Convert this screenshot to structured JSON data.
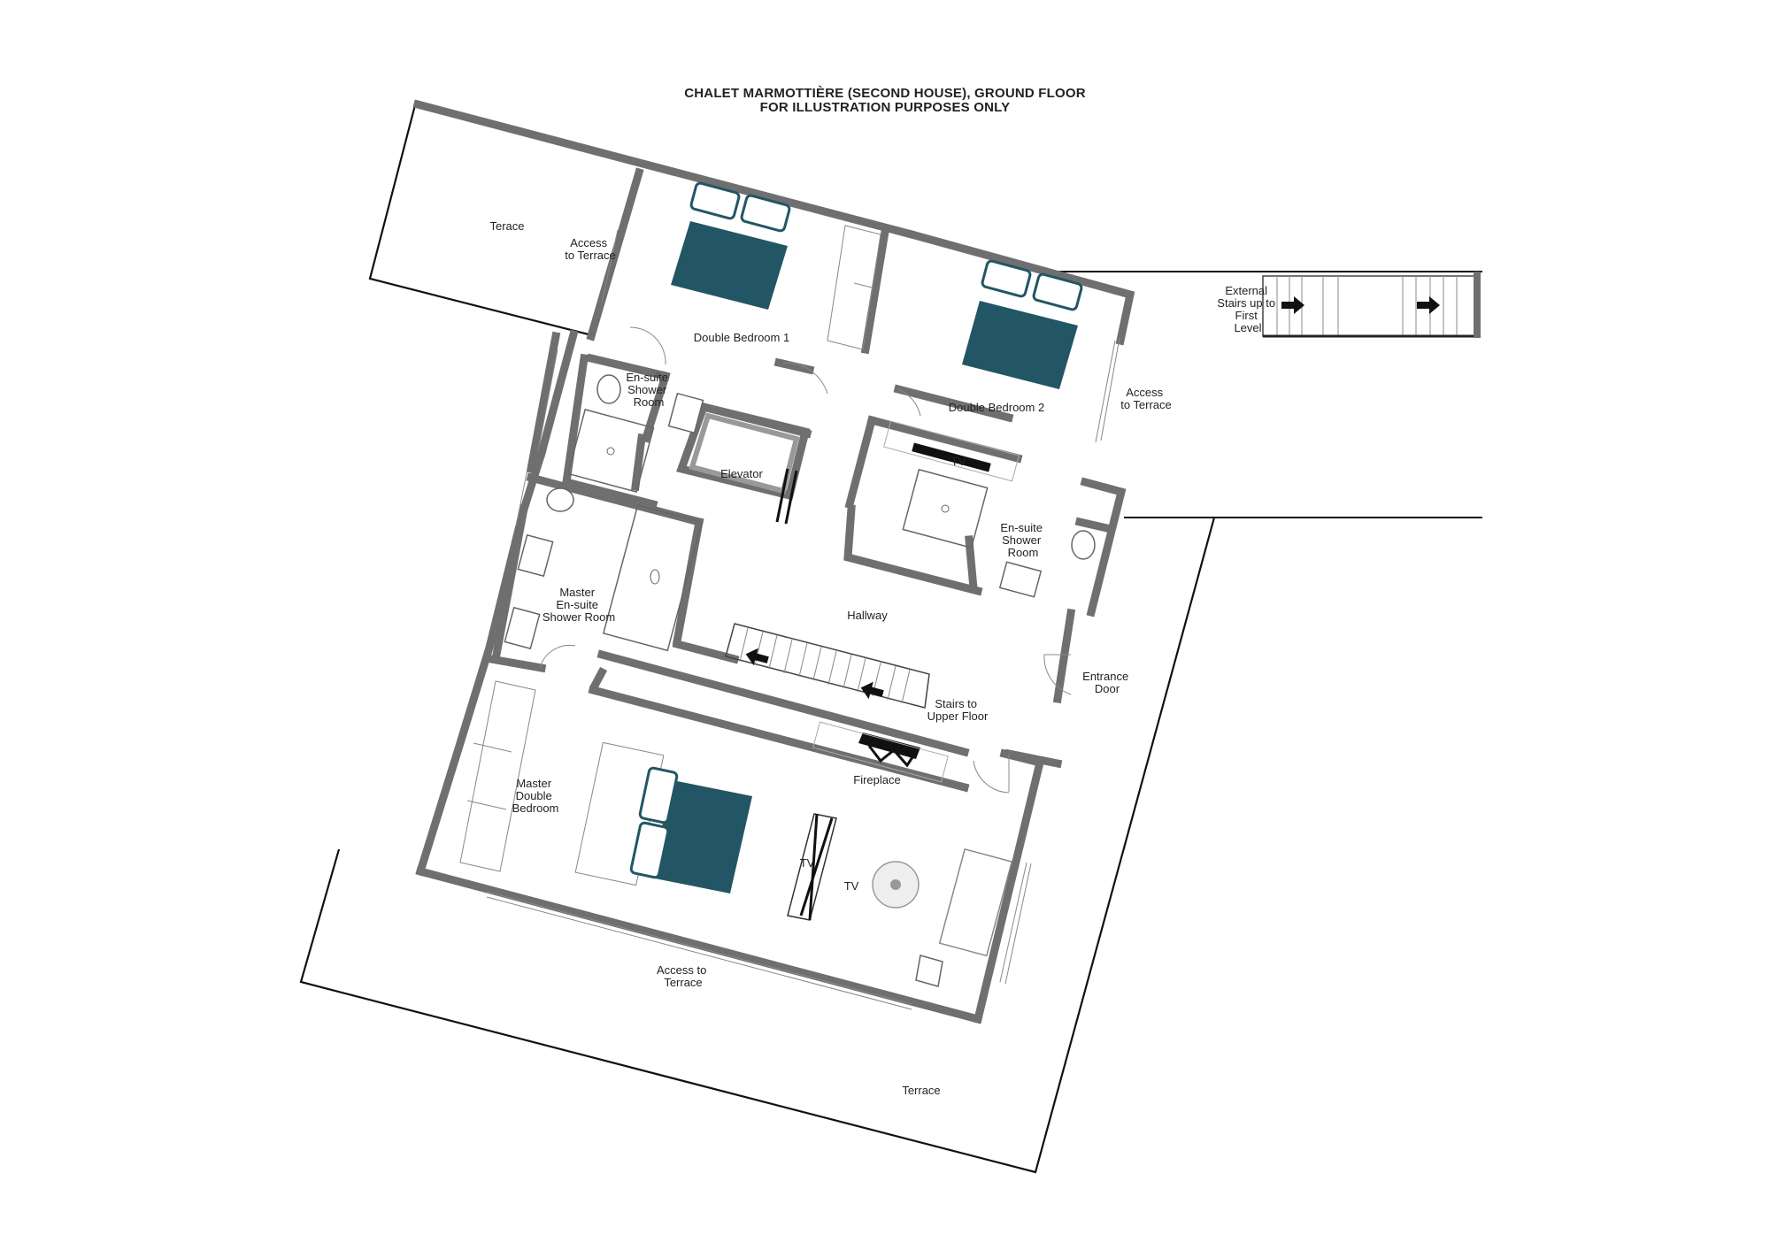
{
  "header": {
    "title": "CHALET MARMOTTIÈRE (SECOND HOUSE), GROUND FLOOR",
    "subtitle": "FOR ILLUSTRATION PURPOSES ONLY"
  },
  "colors": {
    "wall": "#6f6f6f",
    "bed": "#235664",
    "line": "#222222"
  },
  "rooms": {
    "terrace_top": "Terace",
    "access_terrace_1": [
      "Access",
      "to Terrace"
    ],
    "double_bedroom_1": "Double Bedroom 1",
    "double_bedroom_2": "Double Bedroom 2",
    "access_terrace_2": [
      "Access",
      "to Terrace"
    ],
    "external_stairs": [
      "External",
      "Stairs up to",
      "First",
      "Level"
    ],
    "ensuite_1": [
      "En-suite",
      "Shower",
      "Room"
    ],
    "elevator": "Elevator",
    "tv_1": "TV",
    "ensuite_2": [
      "En-suite",
      "Shower",
      "Room"
    ],
    "master_ensuite": [
      "Master",
      "En-suite",
      "Shower Room"
    ],
    "hallway": "Hallway",
    "entrance": [
      "Entrance",
      "Door"
    ],
    "stairs_upper": [
      "Stairs to",
      "Upper Floor"
    ],
    "fireplace": "Fireplace",
    "master_bedroom": [
      "Master",
      "Double",
      "Bedroom"
    ],
    "tv_2": "TV",
    "tv_3": "TV",
    "access_terrace_3": [
      "Access to",
      "Terrace"
    ],
    "terrace_bottom": "Terrace"
  },
  "icons": [
    "bed-icon",
    "toilet-icon",
    "shower-icon",
    "sink-icon",
    "stairs-arrow-icon",
    "fireplace-icon",
    "tv-icon",
    "sofa-icon",
    "table-icon"
  ]
}
